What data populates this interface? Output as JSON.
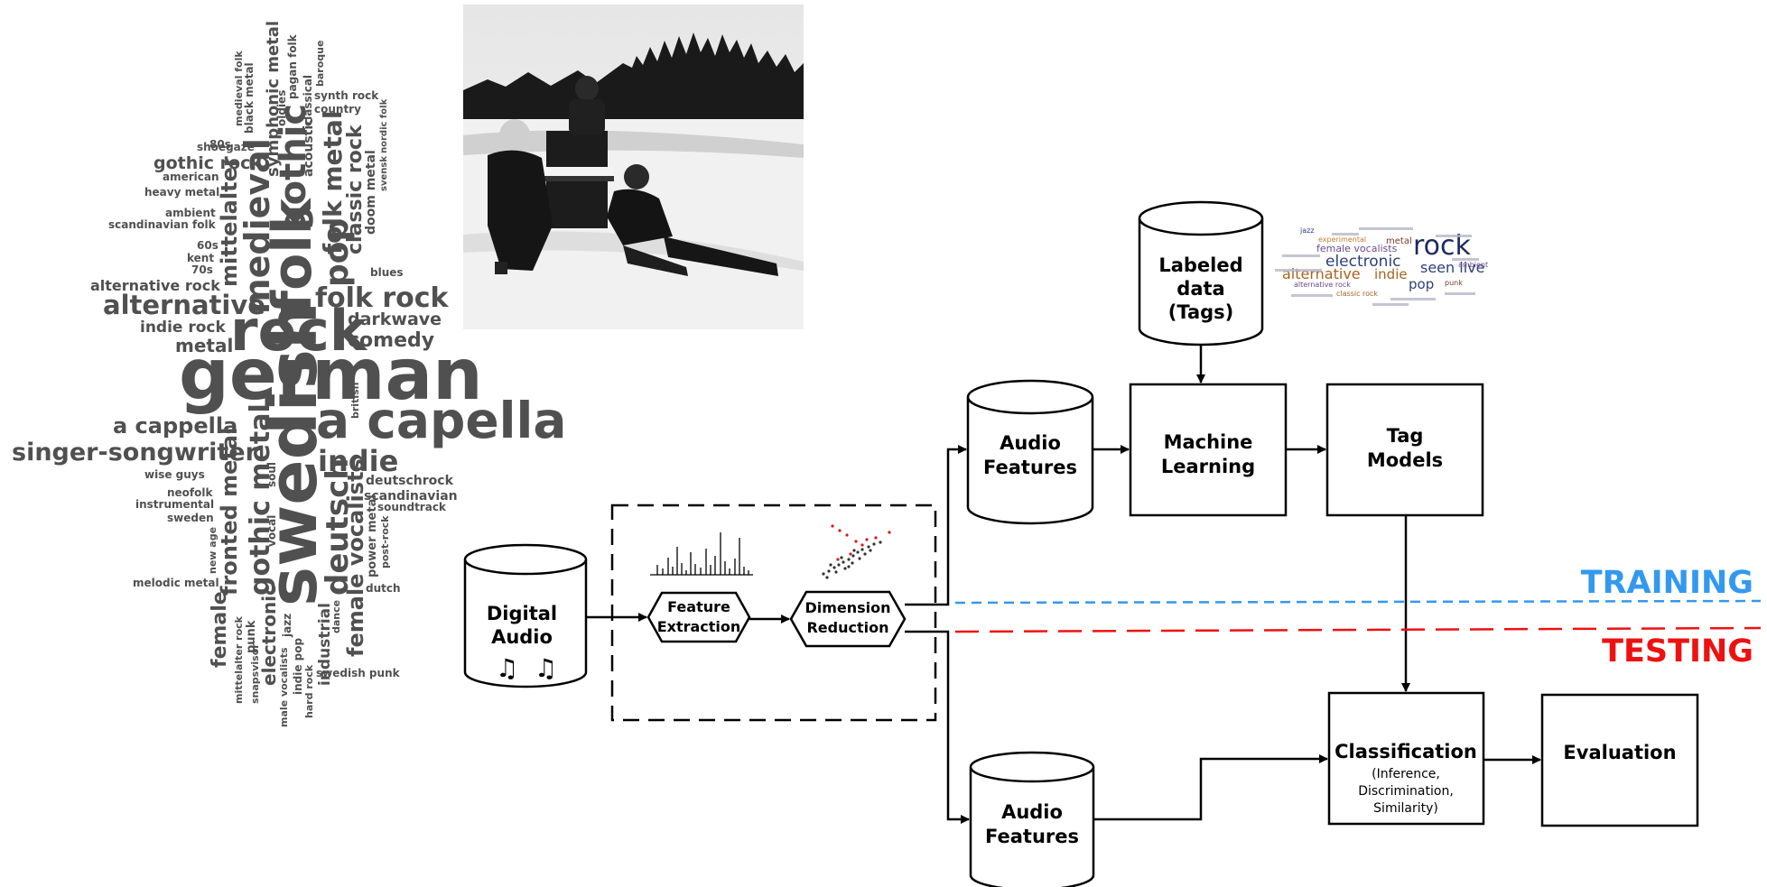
{
  "tag_cloud": {
    "words": [
      "german",
      "rock",
      "folk",
      "swedish",
      "a capella",
      "alternative",
      "medieval",
      "gothic",
      "pop",
      "folk rock",
      "indie",
      "a cappella",
      "singer-songwriter",
      "folk metal",
      "classic rock",
      "deutsch",
      "gothic rock",
      "symphonic metal",
      "gothic metal",
      "mittelalter",
      "fronted metal",
      "female",
      "female vocalists",
      "electronic",
      "darkwave",
      "comedy",
      "metal",
      "indie rock",
      "alternative rock",
      "deutschrock",
      "scandinavian",
      "soundtrack",
      "industrial",
      "power metal",
      "doom metal",
      "medieval folk",
      "black metal",
      "shoegaze",
      "80s",
      "american",
      "heavy metal",
      "ambient",
      "scandinavian folk",
      "60s",
      "kent",
      "70s",
      "blues",
      "oldies",
      "pagan folk",
      "acoustic",
      "classical",
      "baroque",
      "synth rock",
      "country",
      "wise guys",
      "neofolk",
      "instrumental",
      "sweden",
      "new age",
      "melodic metal",
      "british",
      "soul",
      "vocal",
      "jazz",
      "punk",
      "indie pop",
      "hard rock",
      "male vocalists",
      "snapsvisor",
      "mittelalter rock",
      "dance",
      "post-rock",
      "dutch",
      "swedish punk",
      "svensk",
      "nordic folk"
    ]
  },
  "tag_cloud_small": {
    "words": [
      "rock",
      "electronic",
      "alternative",
      "indie",
      "seen live",
      "pop",
      "female vocalists",
      "metal",
      "experimental",
      "alternative rock",
      "classic rock",
      "punk",
      "jazz",
      "ambient"
    ]
  },
  "diagram": {
    "digital_audio": [
      "Digital",
      "Audio"
    ],
    "music_notes": "♫  ♫",
    "feature_extraction": [
      "Feature",
      "Extraction"
    ],
    "dimension_reduction": [
      "Dimension",
      "Reduction"
    ],
    "audio_features_train": [
      "Audio",
      "Features"
    ],
    "audio_features_test": [
      "Audio",
      "Features"
    ],
    "labeled_data": [
      "Labeled",
      "data",
      "(Tags)"
    ],
    "machine_learning": [
      "Machine",
      "Learning"
    ],
    "tag_models": [
      "Tag",
      "Models"
    ],
    "classification": "Classification",
    "classification_detail": [
      "(Inference,",
      "Discrimination,",
      "Similarity)"
    ],
    "evaluation": "Evaluation",
    "training_label": "TRAINING",
    "testing_label": "TESTING",
    "colors": {
      "training": "#3399ee",
      "testing": "#ee1111",
      "line": "#000000"
    }
  }
}
